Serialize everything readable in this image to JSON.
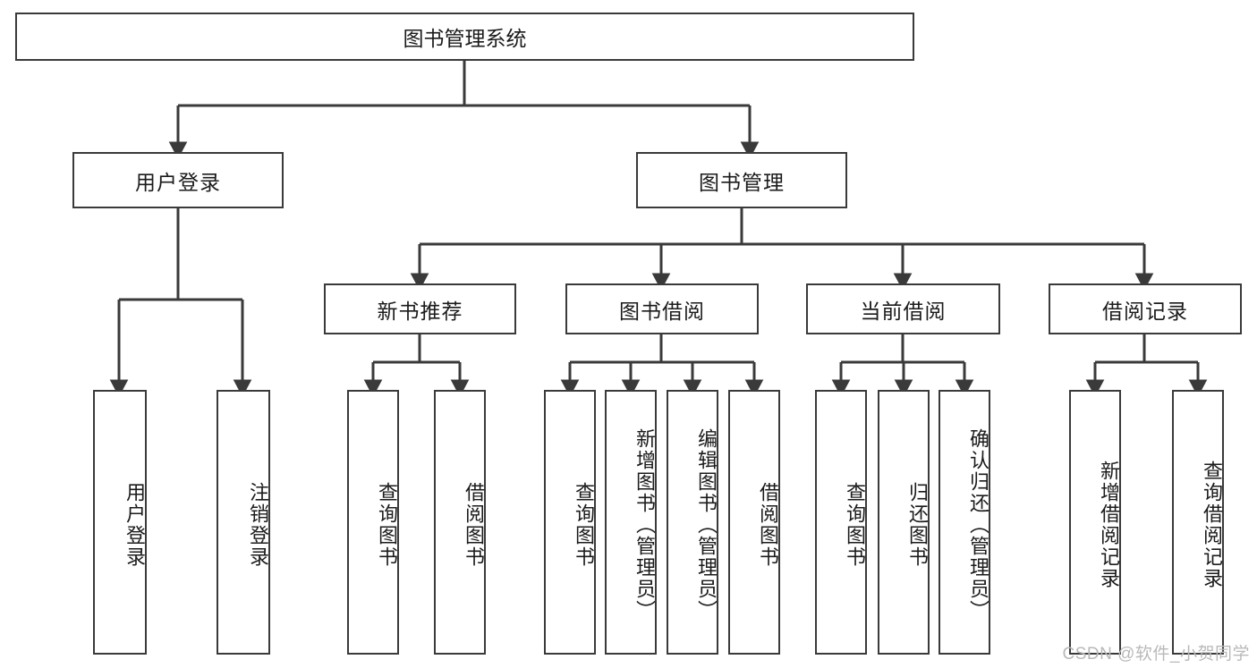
{
  "diagram": {
    "type": "tree-hierarchy-chart",
    "title": "图书管理系统",
    "watermark": "CSDN @软件_小贺同学",
    "colors": {
      "box_border": "#3a3a3a",
      "box_fill": "#ffffff",
      "connector": "#3a3a3a",
      "text": "#1b1b1b",
      "watermark": "#b9b9b9"
    },
    "root": {
      "label": "图书管理系统"
    },
    "level1": [
      {
        "label": "用户登录"
      },
      {
        "label": "图书管理"
      }
    ],
    "level2": [
      {
        "label": "新书推荐"
      },
      {
        "label": "图书借阅"
      },
      {
        "label": "当前借阅"
      },
      {
        "label": "借阅记录"
      }
    ],
    "leaves": {
      "user_login": [
        {
          "label": "用户登录"
        },
        {
          "label": "注销登录"
        }
      ],
      "new_book_recommend": [
        {
          "label": "查询图书"
        },
        {
          "label": "借阅图书"
        }
      ],
      "book_borrow": [
        {
          "label": "查询图书"
        },
        {
          "label": "新增图书（管理员）"
        },
        {
          "label": "编辑图书（管理员）"
        },
        {
          "label": "借阅图书"
        }
      ],
      "current_borrow": [
        {
          "label": "查询图书"
        },
        {
          "label": "归还图书"
        },
        {
          "label": "确认归还（管理员）"
        }
      ],
      "borrow_record": [
        {
          "label": "新增借阅记录"
        },
        {
          "label": "查询借阅记录"
        }
      ]
    }
  }
}
